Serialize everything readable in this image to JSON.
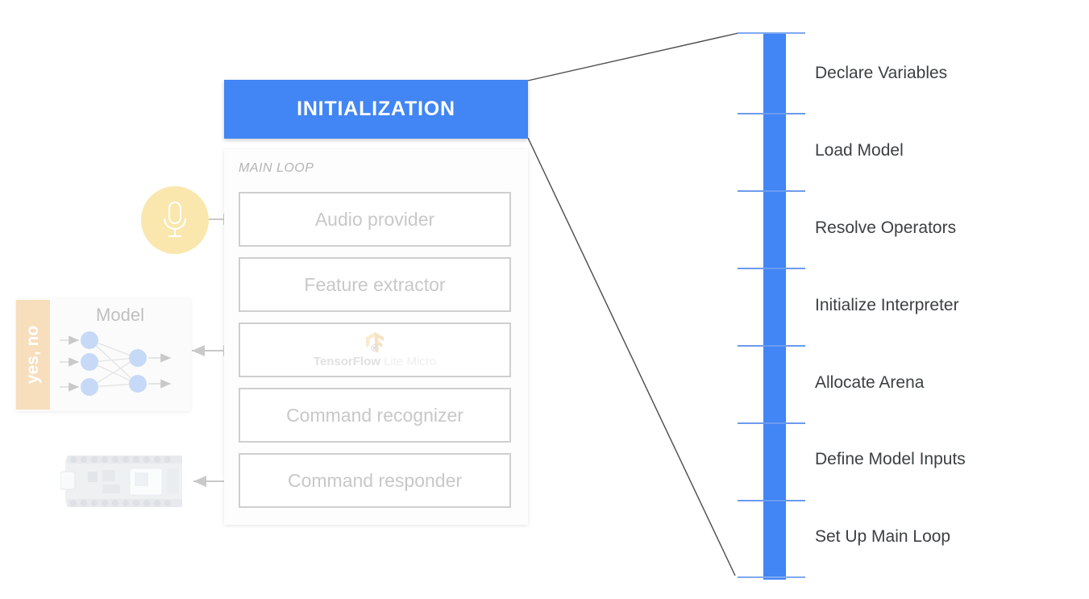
{
  "header": {
    "title": "INITIALIZATION"
  },
  "main_loop": {
    "title": "MAIN LOOP",
    "stages": [
      {
        "label": "Audio provider",
        "kind": "text"
      },
      {
        "label": "Feature extractor",
        "kind": "text"
      },
      {
        "label": "TensorFlow Lite Micro",
        "kind": "logo",
        "logo_strong": "TensorFlow",
        "logo_light": "Lite Micro"
      },
      {
        "label": "Command recognizer",
        "kind": "text"
      },
      {
        "label": "Command responder",
        "kind": "text"
      }
    ]
  },
  "inputs": {
    "microphone": {
      "icon": "microphone-icon",
      "color": "#FAE7AE"
    },
    "model_card": {
      "title": "Model",
      "tab_label": "yes, no",
      "tab_color": "#F7DEBC",
      "input_nodes": 3,
      "output_nodes": 2,
      "node_color": "#C6D9F7"
    },
    "board": {
      "icon": "microcontroller-board-icon"
    }
  },
  "timeline": {
    "bar_color": "#4285F4",
    "tick_color": "#6c9bf0",
    "steps": [
      {
        "label": "Declare Variables"
      },
      {
        "label": "Load Model"
      },
      {
        "label": "Resolve Operators"
      },
      {
        "label": "Initialize Interpreter"
      },
      {
        "label": "Allocate Arena"
      },
      {
        "label": "Define Model Inputs"
      },
      {
        "label": "Set Up Main Loop"
      }
    ]
  },
  "connectors": {
    "mic_to_audio": "arrow-right",
    "model_to_tflm": "arrow-bidirectional",
    "responder_to_board": "arrow-left",
    "init_to_timeline_top": "line",
    "init_to_timeline_bottom": "line"
  }
}
